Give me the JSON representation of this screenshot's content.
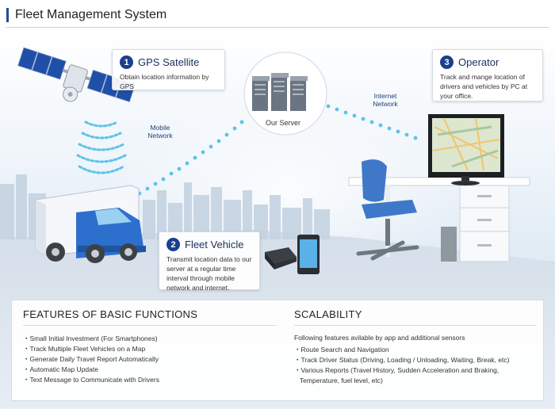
{
  "page_title": "Fleet Management System",
  "callouts": {
    "satellite": {
      "number": "1",
      "title": "GPS Satellite",
      "description": "Obtain location information by GPS"
    },
    "vehicle": {
      "number": "2",
      "title": "Fleet Vehicle",
      "description": [
        "Transmit location data to our",
        "server at a regular time",
        "interval through mobile",
        "network and internet."
      ]
    },
    "operator": {
      "number": "3",
      "title": "Operator",
      "description": [
        "Track and mange location of",
        "drivers and vehicles by PC at",
        "your office."
      ]
    }
  },
  "network_labels": {
    "mobile": [
      "Mobile",
      "Network"
    ],
    "internet": [
      "Internet",
      "Network"
    ],
    "server": "Our Server"
  },
  "features": {
    "basic": {
      "heading": "FEATURES OF BASIC FUNCTIONS",
      "items": [
        "・Small Initial Investment (For Smartphones)",
        "・Track Multiple Fleet Vehicles on a Map",
        "・Generate Daily Travel Report Automatically",
        "・Automatic Map Update",
        "・Text Message to Communicate with Drivers"
      ]
    },
    "scalability": {
      "heading": "SCALABILITY",
      "intro": "Following features avilable by app and additional sensors",
      "items": [
        "・Route Search and Navigation",
        "・Track Driver Status (Driving, Loading / Unloading, Waiting, Break, etc)",
        "・Various Reports (Travel History, Sudden Acceleration and Braking,",
        "   Temperature, fuel level, etc)"
      ]
    }
  },
  "colors": {
    "accent": "#1f4e9c",
    "badge": "#1a3f8f",
    "network_dots": "#5cc3ea",
    "chair": "#3f78c9",
    "truck_cab": "#2d6fcc"
  }
}
